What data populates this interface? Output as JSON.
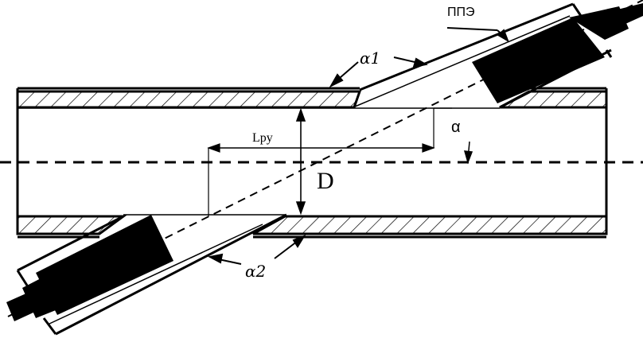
{
  "labels": {
    "transducer": "ППЭ",
    "alpha1": "α1",
    "alpha2": "α2",
    "angle": "α",
    "length": "Lpy",
    "diameter": "D"
  }
}
